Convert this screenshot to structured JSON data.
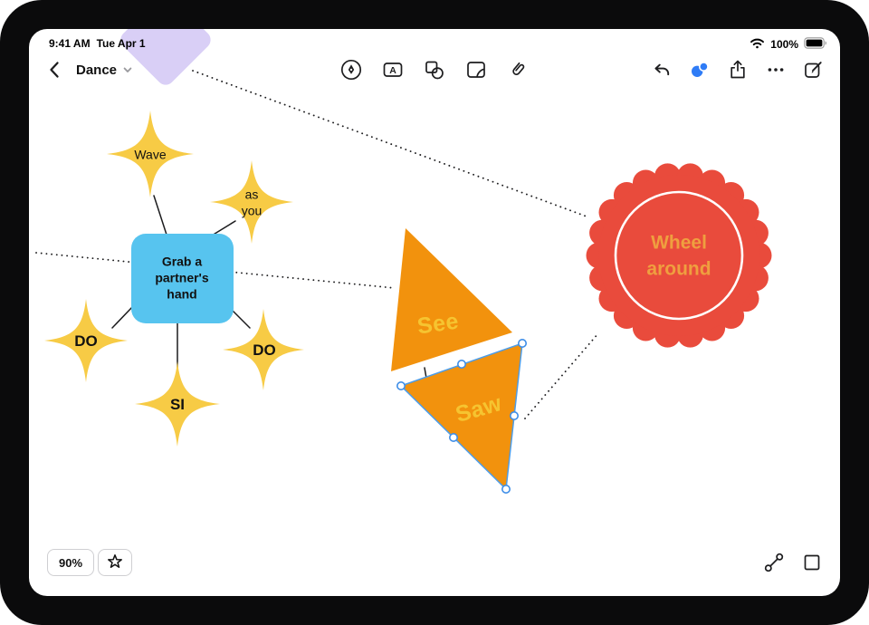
{
  "status_bar": {
    "time": "9:41 AM",
    "date": "Tue Apr 1",
    "battery": "100%"
  },
  "toolbar": {
    "board_title": "Dance"
  },
  "canvas": {
    "center_box_label": "Grab a partner's hand",
    "star_labels": {
      "wave": "Wave",
      "as_you": "as you",
      "do_left": "DO",
      "do_right": "DO",
      "si": "SI"
    },
    "triangle_labels": {
      "see": "See",
      "saw": "Saw"
    },
    "seal_label": "Wheel around"
  },
  "footer": {
    "zoom": "90%"
  },
  "colors": {
    "star_fill": "#F7CB45",
    "box_fill": "#57C4EF",
    "triangle_fill": "#F2920D",
    "triangle_text": "#F6C430",
    "seal_fill": "#E94B3C",
    "seal_text": "#EF9F3F",
    "accent_blue": "#2F7CF6",
    "purple_shape": "#D9CFF6",
    "line_color": "#1c1c1e"
  }
}
